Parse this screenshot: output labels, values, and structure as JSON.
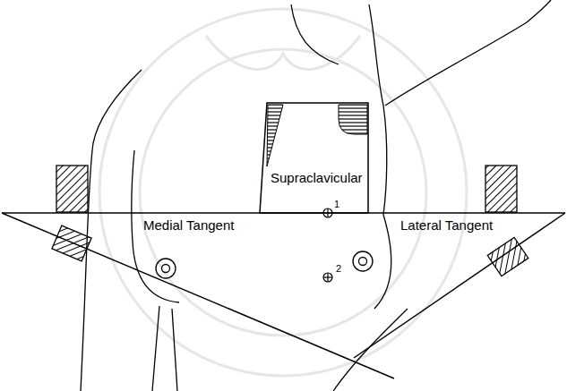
{
  "diagram": {
    "nodes": [
      {
        "text": [
          "Supraclavicular"
        ]
      }
    ],
    "labels": [
      "Medial Tangent",
      "Lateral Tangent",
      "1",
      "2"
    ]
  }
}
